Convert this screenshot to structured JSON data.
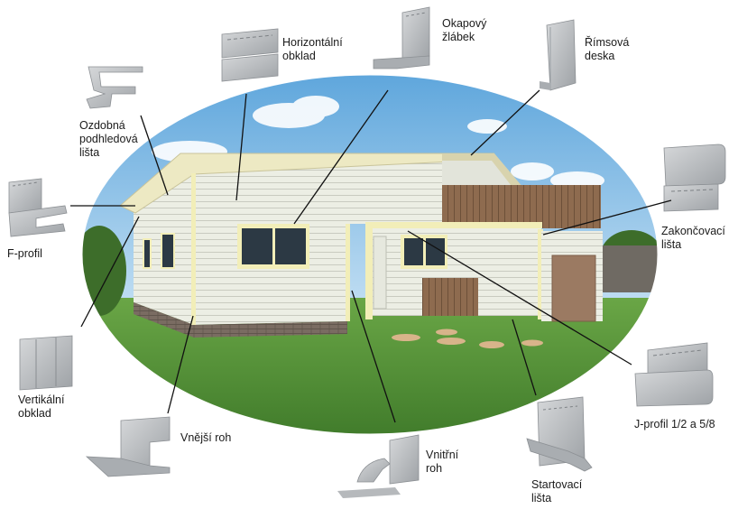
{
  "labels": {
    "horizontalni": "Horizontální\nobklad",
    "okapovy": "Okapový\nžlábek",
    "rimsova": "Římsová\ndeska",
    "ozdobna": "Ozdobná\npodhledová\nlišta",
    "f_profil": "F-profil",
    "zakoncovaci": "Zakončovací\nlišta",
    "vertikalni": "Vertikální\nobklad",
    "j_profil": "J-profil 1/2 a  5/8",
    "vnejsi_roh": "Vnější roh",
    "vnitrni_roh": "Vnitřní\nroh",
    "startovaci": "Startovací\nlišta"
  },
  "colors": {
    "sky": "#8fc3ea",
    "grass": "#5f9a3c",
    "siding": "#eceee4",
    "trim": "#f2eeb8",
    "roof": "#ede9c3",
    "wood": "#8e6b4f",
    "garage": "#9b7a62",
    "brick": "#7a6c62",
    "profile": "#b9bcbf",
    "leader": "#111111"
  }
}
